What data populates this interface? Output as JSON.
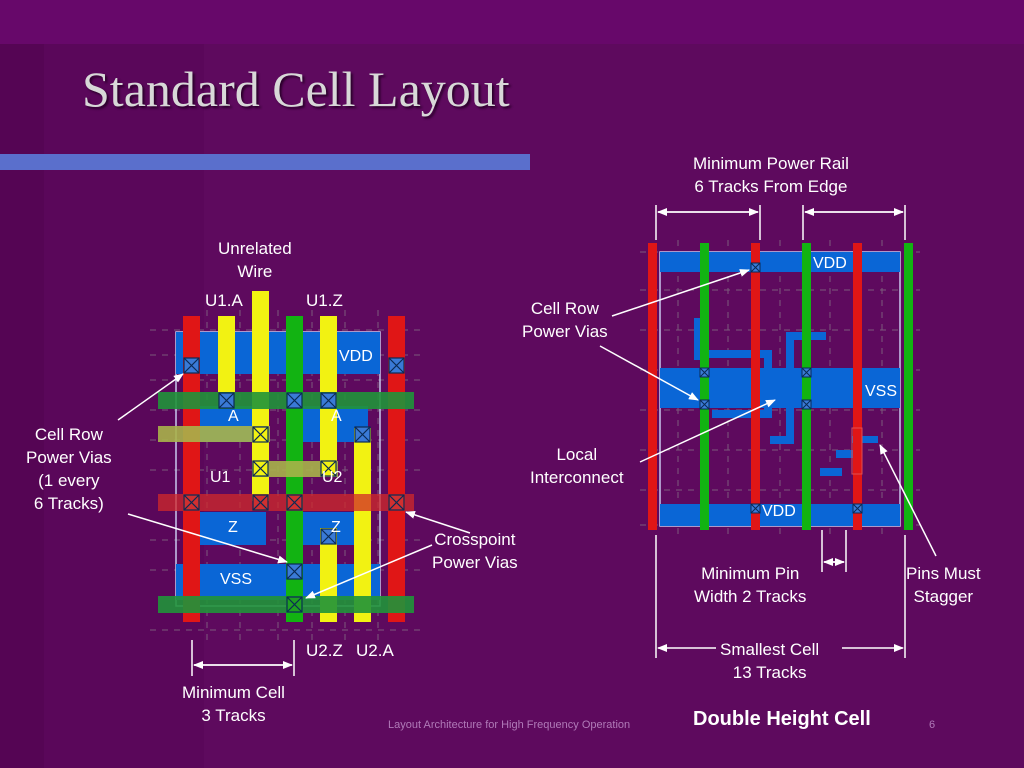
{
  "slide": {
    "title": "Standard Cell Layout",
    "footer": "Layout Architecture for High Frequency Operation",
    "page_number": "6"
  },
  "colors": {
    "background": "#5e0a5e",
    "title_bar": "#5a6fcc",
    "rail_blue": "#0a66d6",
    "wire_red": "#e01616",
    "wire_green": "#12b312",
    "wire_yellow": "#f2f212",
    "grid": "#8a7c8a"
  },
  "left_cell": {
    "labels": {
      "unrelated_wire": "Unrelated\nWire",
      "u1a": "U1.A",
      "u1z": "U1.Z",
      "vdd": "VDD",
      "vss": "VSS",
      "pin_a_left": "A",
      "pin_a_right": "A",
      "u1": "U1",
      "u2": "U2",
      "z_left": "Z",
      "z_right": "Z",
      "cell_row_power_vias": "Cell Row\nPower Vias\n(1 every\n6 Tracks)",
      "crosspoint_power_vias": "Crosspoint\nPower Vias",
      "u2z": "U2.Z",
      "u2a": "U2.A",
      "minimum_cell": "Minimum Cell\n3 Tracks"
    }
  },
  "right_cell": {
    "labels": {
      "minimum_power_rail": "Minimum Power Rail\n6 Tracks From Edge",
      "vdd_top": "VDD",
      "vss": "VSS",
      "vdd_bottom": "VDD",
      "cell_row_power_vias": "Cell Row\nPower Vias",
      "local_interconnect": "Local\nInterconnect",
      "minimum_pin_width": "Minimum Pin\nWidth 2 Tracks",
      "pins_must_stagger": "Pins Must\nStagger",
      "smallest_cell": "Smallest Cell\n13 Tracks",
      "caption": "Double Height Cell"
    }
  }
}
